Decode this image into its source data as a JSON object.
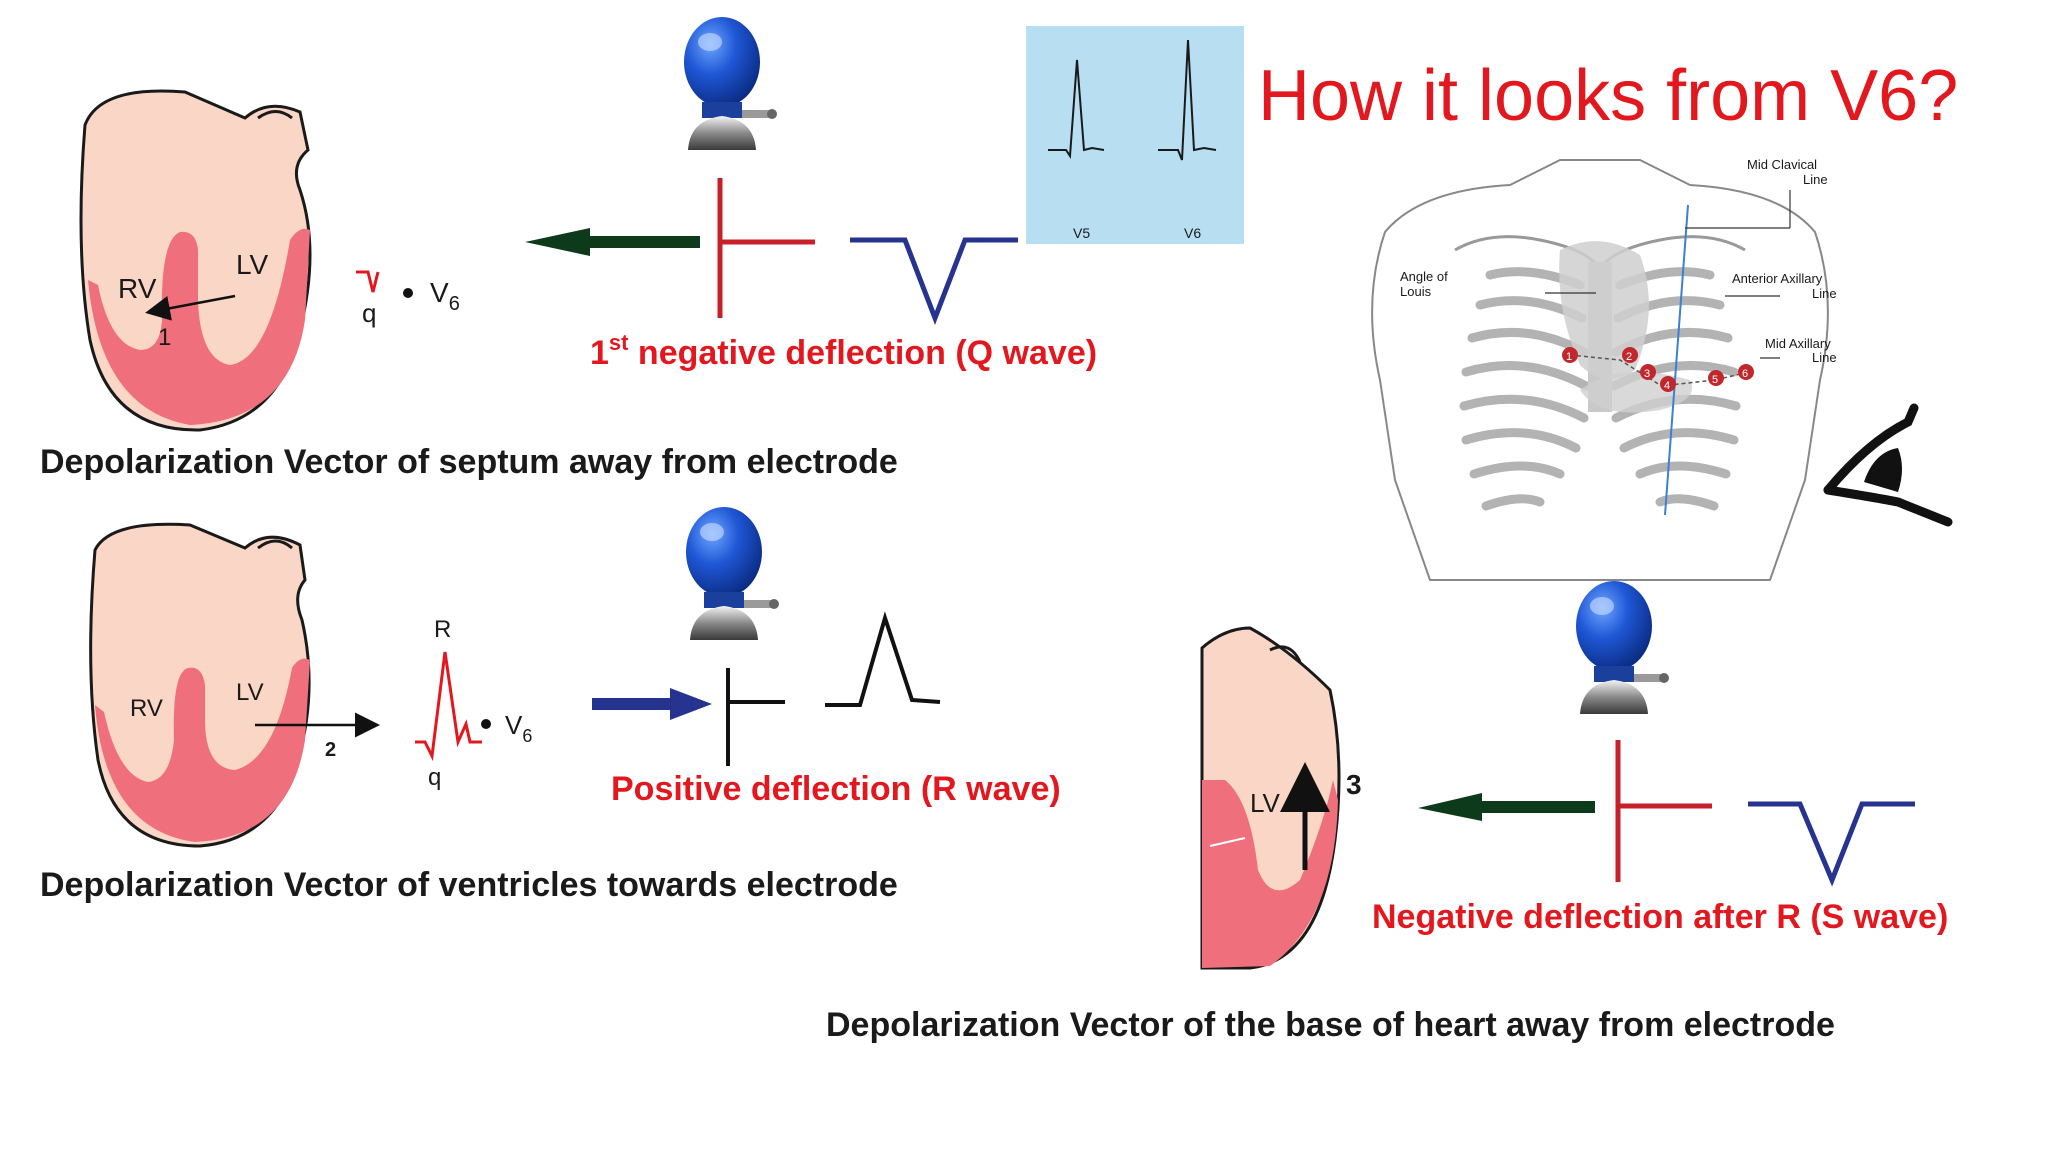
{
  "title": "How it looks from V6?",
  "colors": {
    "heart_outer": "#f9d6c5",
    "heart_muscle": "#ef6f7d",
    "ecg_red": "#e3181f",
    "wave_blue": "#26338f",
    "title_red": "#e3181f",
    "ecg_panel_bg": "#b8def2"
  },
  "panel1": {
    "rv": "RV",
    "lv": "LV",
    "vector_num": "1",
    "q": "q",
    "v": "V",
    "v_sub": "6",
    "deflection_sup": "st",
    "deflection_num": "1",
    "deflection_text": " negative deflection (Q wave)",
    "caption": "Depolarization Vector of septum  away from electrode"
  },
  "panel2": {
    "rv": "RV",
    "lv": "LV",
    "vector_num": "2",
    "r": "R",
    "q": "q",
    "v": "V",
    "v_sub": "6",
    "deflection_text": "Positive deflection (R wave)",
    "caption": "Depolarization Vector of ventricles towards electrode"
  },
  "panel3": {
    "lv": "LV",
    "vector_num": "3",
    "deflection_text": "Negative deflection after R (S wave)",
    "caption": "Depolarization Vector of the base of heart  away from electrode"
  },
  "ecg_panel": {
    "lead_a": "V5",
    "lead_b": "V6"
  },
  "chest": {
    "mid_clavical_1": "Mid Clavical",
    "mid_clavical_2": "Line",
    "angle_1": "Angle of",
    "angle_2": "Louis",
    "anterior_1": "Anterior Axillary",
    "anterior_2": "Line",
    "mid_axillary_1": "Mid Axillary",
    "mid_axillary_2": "Line",
    "electrodes": [
      "1",
      "2",
      "3",
      "4",
      "5",
      "6"
    ]
  },
  "icons": {
    "electrode": "electrode-bulb-icon",
    "eye": "eye-icon"
  }
}
